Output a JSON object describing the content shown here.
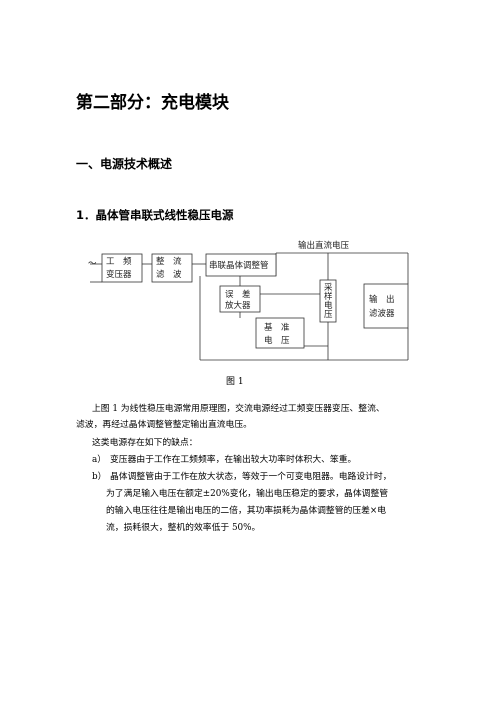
{
  "heading_part": "第二部分：充电模块",
  "heading_section": "一、电源技术概述",
  "heading_sub": "1．晶体管串联式线性稳压电源",
  "diagram": {
    "output_label": "输出直流电压",
    "tilde": "～",
    "box_transformer": [
      "工　频",
      "变压器"
    ],
    "box_rectifier": [
      "整　流",
      "滤　波"
    ],
    "box_series": "串联晶体调整管",
    "box_error": [
      "误　差",
      "放大器"
    ],
    "box_reference": [
      "基　准",
      "电　压"
    ],
    "box_sample": [
      "采",
      "样",
      "电",
      "压"
    ],
    "box_output": [
      "输　出",
      "滤波器"
    ]
  },
  "caption": "图 1",
  "paragraph1_line1": "上图 1 为线性稳压电源常用原理图，交流电源经过工频变压器变压、整流、",
  "paragraph1_line2": "滤波，再经过晶体调整管整定输出直流电压。",
  "paragraph2": "这类电源存在如下的缺点：",
  "item_a_marker": "a）",
  "item_a_text": "变压器由于工作在工频频率，在输出较大功率时体积大、笨重。",
  "item_b_marker": "b）",
  "item_b_lines": [
    "晶体调整管由于工作在放大状态，等效于一个可变电阻器。电路设计时，",
    "为了满足输入电压在额定±20%变化，输出电压稳定的要求，晶体调整管",
    "的输入电压往往是输出电压的二倍，其功率损耗为晶体调整管的压差×电",
    "流，损耗很大，整机的效率低于 50%。"
  ]
}
